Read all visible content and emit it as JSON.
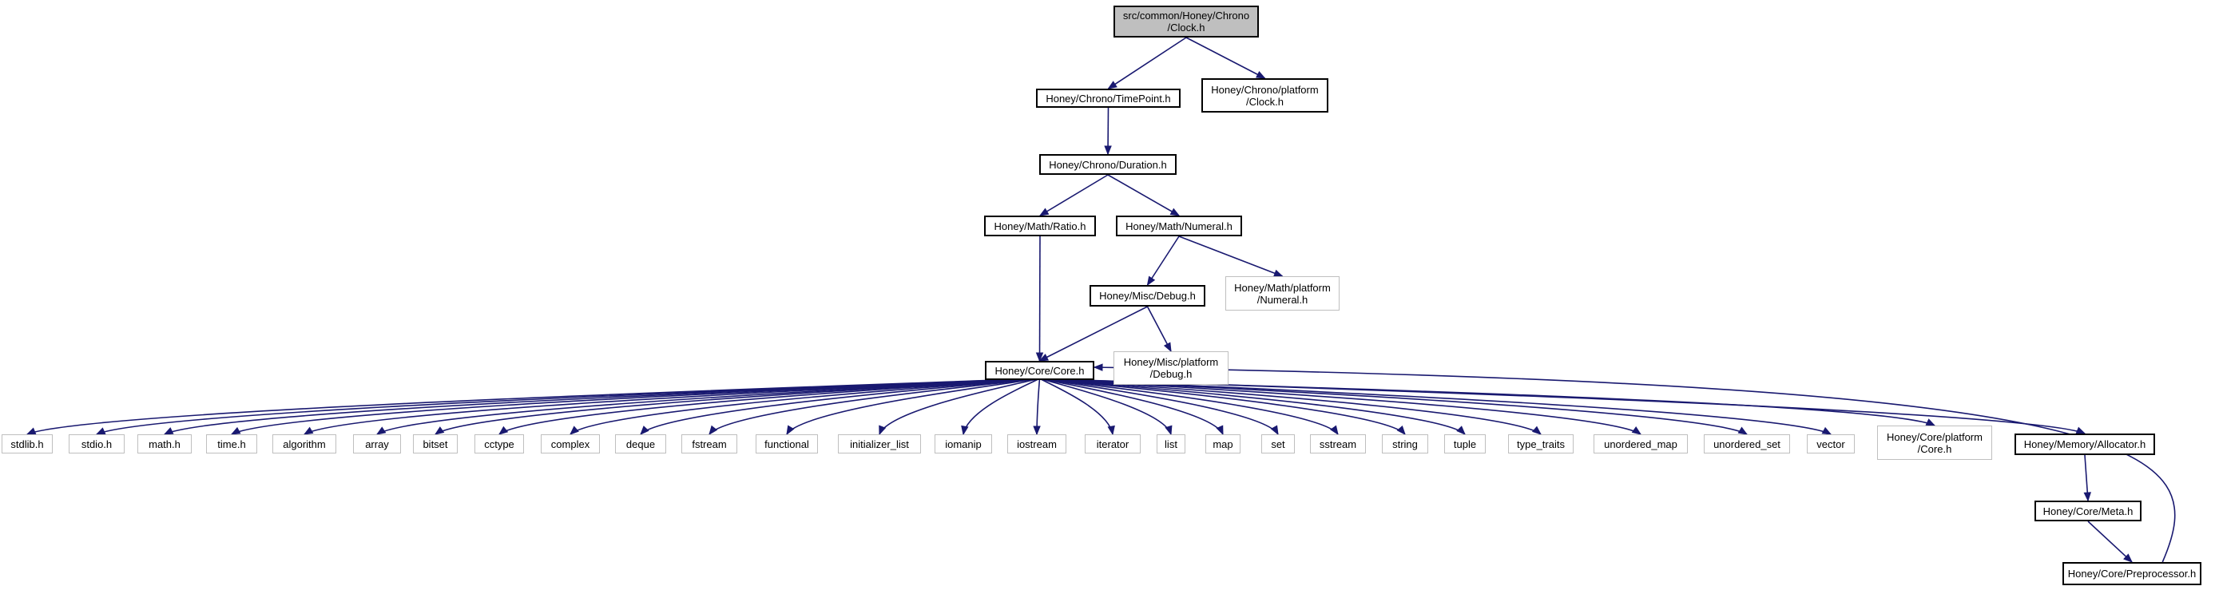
{
  "colors": {
    "edge": "#191970",
    "root_fill": "#bfbfbf",
    "doc_border": "#000000",
    "ext_border": "#bfbfbf"
  },
  "nodes": {
    "clock": "src/common/Honey/Chrono\n/Clock.h",
    "timepoint": "Honey/Chrono/TimePoint.h",
    "platform_clock": "Honey/Chrono/platform\n/Clock.h",
    "duration": "Honey/Chrono/Duration.h",
    "ratio": "Honey/Math/Ratio.h",
    "numeral": "Honey/Math/Numeral.h",
    "debug": "Honey/Misc/Debug.h",
    "platform_numeral": "Honey/Math/platform\n/Numeral.h",
    "platform_debug": "Honey/Misc/platform\n/Debug.h",
    "core": "Honey/Core/Core.h",
    "stdlib": "stdlib.h",
    "stdio": "stdio.h",
    "math": "math.h",
    "time": "time.h",
    "algorithm": "algorithm",
    "array": "array",
    "bitset": "bitset",
    "cctype": "cctype",
    "complex": "complex",
    "deque": "deque",
    "fstream": "fstream",
    "functional": "functional",
    "initializer_list": "initializer_list",
    "iomanip": "iomanip",
    "iostream": "iostream",
    "iterator": "iterator",
    "list": "list",
    "map": "map",
    "set": "set",
    "sstream": "sstream",
    "string": "string",
    "tuple": "tuple",
    "type_traits": "type_traits",
    "unordered_map": "unordered_map",
    "unordered_set": "unordered_set",
    "vector": "vector",
    "platform_core": "Honey/Core/platform\n/Core.h",
    "allocator": "Honey/Memory/Allocator.h",
    "meta": "Honey/Core/Meta.h",
    "preprocessor": "Honey/Core/Preprocessor.h"
  },
  "edges": [
    [
      "clock",
      "timepoint"
    ],
    [
      "clock",
      "platform_clock"
    ],
    [
      "timepoint",
      "duration"
    ],
    [
      "duration",
      "ratio"
    ],
    [
      "duration",
      "numeral"
    ],
    [
      "ratio",
      "core"
    ],
    [
      "numeral",
      "debug"
    ],
    [
      "numeral",
      "platform_numeral"
    ],
    [
      "debug",
      "core"
    ],
    [
      "debug",
      "platform_debug"
    ],
    [
      "core",
      "stdlib"
    ],
    [
      "core",
      "stdio"
    ],
    [
      "core",
      "math"
    ],
    [
      "core",
      "time"
    ],
    [
      "core",
      "algorithm"
    ],
    [
      "core",
      "array"
    ],
    [
      "core",
      "bitset"
    ],
    [
      "core",
      "cctype"
    ],
    [
      "core",
      "complex"
    ],
    [
      "core",
      "deque"
    ],
    [
      "core",
      "fstream"
    ],
    [
      "core",
      "functional"
    ],
    [
      "core",
      "initializer_list"
    ],
    [
      "core",
      "iomanip"
    ],
    [
      "core",
      "iostream"
    ],
    [
      "core",
      "iterator"
    ],
    [
      "core",
      "list"
    ],
    [
      "core",
      "map"
    ],
    [
      "core",
      "set"
    ],
    [
      "core",
      "sstream"
    ],
    [
      "core",
      "string"
    ],
    [
      "core",
      "tuple"
    ],
    [
      "core",
      "type_traits"
    ],
    [
      "core",
      "unordered_map"
    ],
    [
      "core",
      "unordered_set"
    ],
    [
      "core",
      "vector"
    ],
    [
      "core",
      "platform_core"
    ],
    [
      "core",
      "allocator"
    ],
    [
      "allocator",
      "meta"
    ],
    [
      "meta",
      "preprocessor"
    ],
    [
      "preprocessor",
      "core"
    ]
  ]
}
